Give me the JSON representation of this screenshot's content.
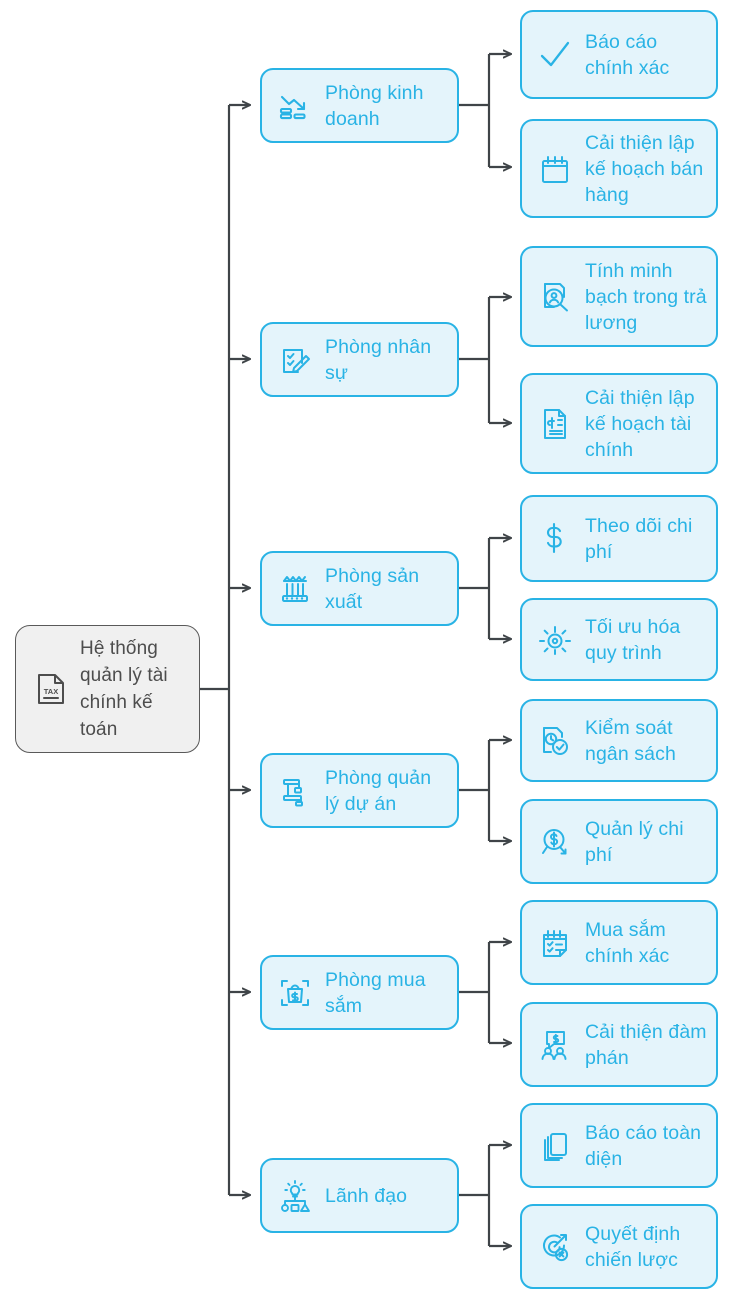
{
  "diagram": {
    "type": "mindmap-tree",
    "colors": {
      "node_fill": "#e4f4fb",
      "node_border": "#29b3e5",
      "node_text": "#29b3e5",
      "root_fill": "#f0f0f0",
      "root_border": "#595959",
      "root_text": "#4d4d4d",
      "connector": "#3f4448",
      "background": "#ffffff"
    },
    "root": {
      "label": "Hệ thống quản lý tài chính kế toán",
      "icon": "tax-document-icon"
    },
    "branches": [
      {
        "label": "Phòng kinh doanh",
        "icon": "sales-chart-decline-icon",
        "children": [
          {
            "label": "Báo cáo chính xác",
            "icon": "check-mark-icon"
          },
          {
            "label": "Cải thiện lập kế hoạch bán hàng",
            "icon": "calendar-plan-icon"
          }
        ]
      },
      {
        "label": "Phòng nhân sự",
        "icon": "clipboard-pencil-icon",
        "children": [
          {
            "label": "Tính minh bạch trong trả lương",
            "icon": "person-document-search-icon"
          },
          {
            "label": "Cải thiện lập kế hoạch tài chính",
            "icon": "financial-document-icon"
          }
        ]
      },
      {
        "label": "Phòng sản xuất",
        "icon": "factory-icon",
        "children": [
          {
            "label": "Theo dõi chi phí",
            "icon": "dollar-sign-icon"
          },
          {
            "label": "Tối ưu hóa quy trình",
            "icon": "gear-optimize-icon"
          }
        ]
      },
      {
        "label": "Phòng quản lý dự án",
        "icon": "gantt-chart-icon",
        "children": [
          {
            "label": "Kiểm soát ngân sách",
            "icon": "document-check-clock-icon"
          },
          {
            "label": "Quản lý chi phí",
            "icon": "money-magnifier-down-icon"
          }
        ]
      },
      {
        "label": "Phòng mua sắm",
        "icon": "shopping-bag-scan-icon",
        "children": [
          {
            "label": "Mua sắm chính xác",
            "icon": "checklist-note-icon"
          },
          {
            "label": "Cải thiện đàm phán",
            "icon": "negotiation-people-icon"
          }
        ]
      },
      {
        "label": "Lãnh đạo",
        "icon": "leadership-bulb-org-icon",
        "children": [
          {
            "label": "Báo cáo toàn diện",
            "icon": "documents-stack-icon"
          },
          {
            "label": "Quyết định chiến lược",
            "icon": "target-arrow-icon"
          }
        ]
      }
    ]
  }
}
